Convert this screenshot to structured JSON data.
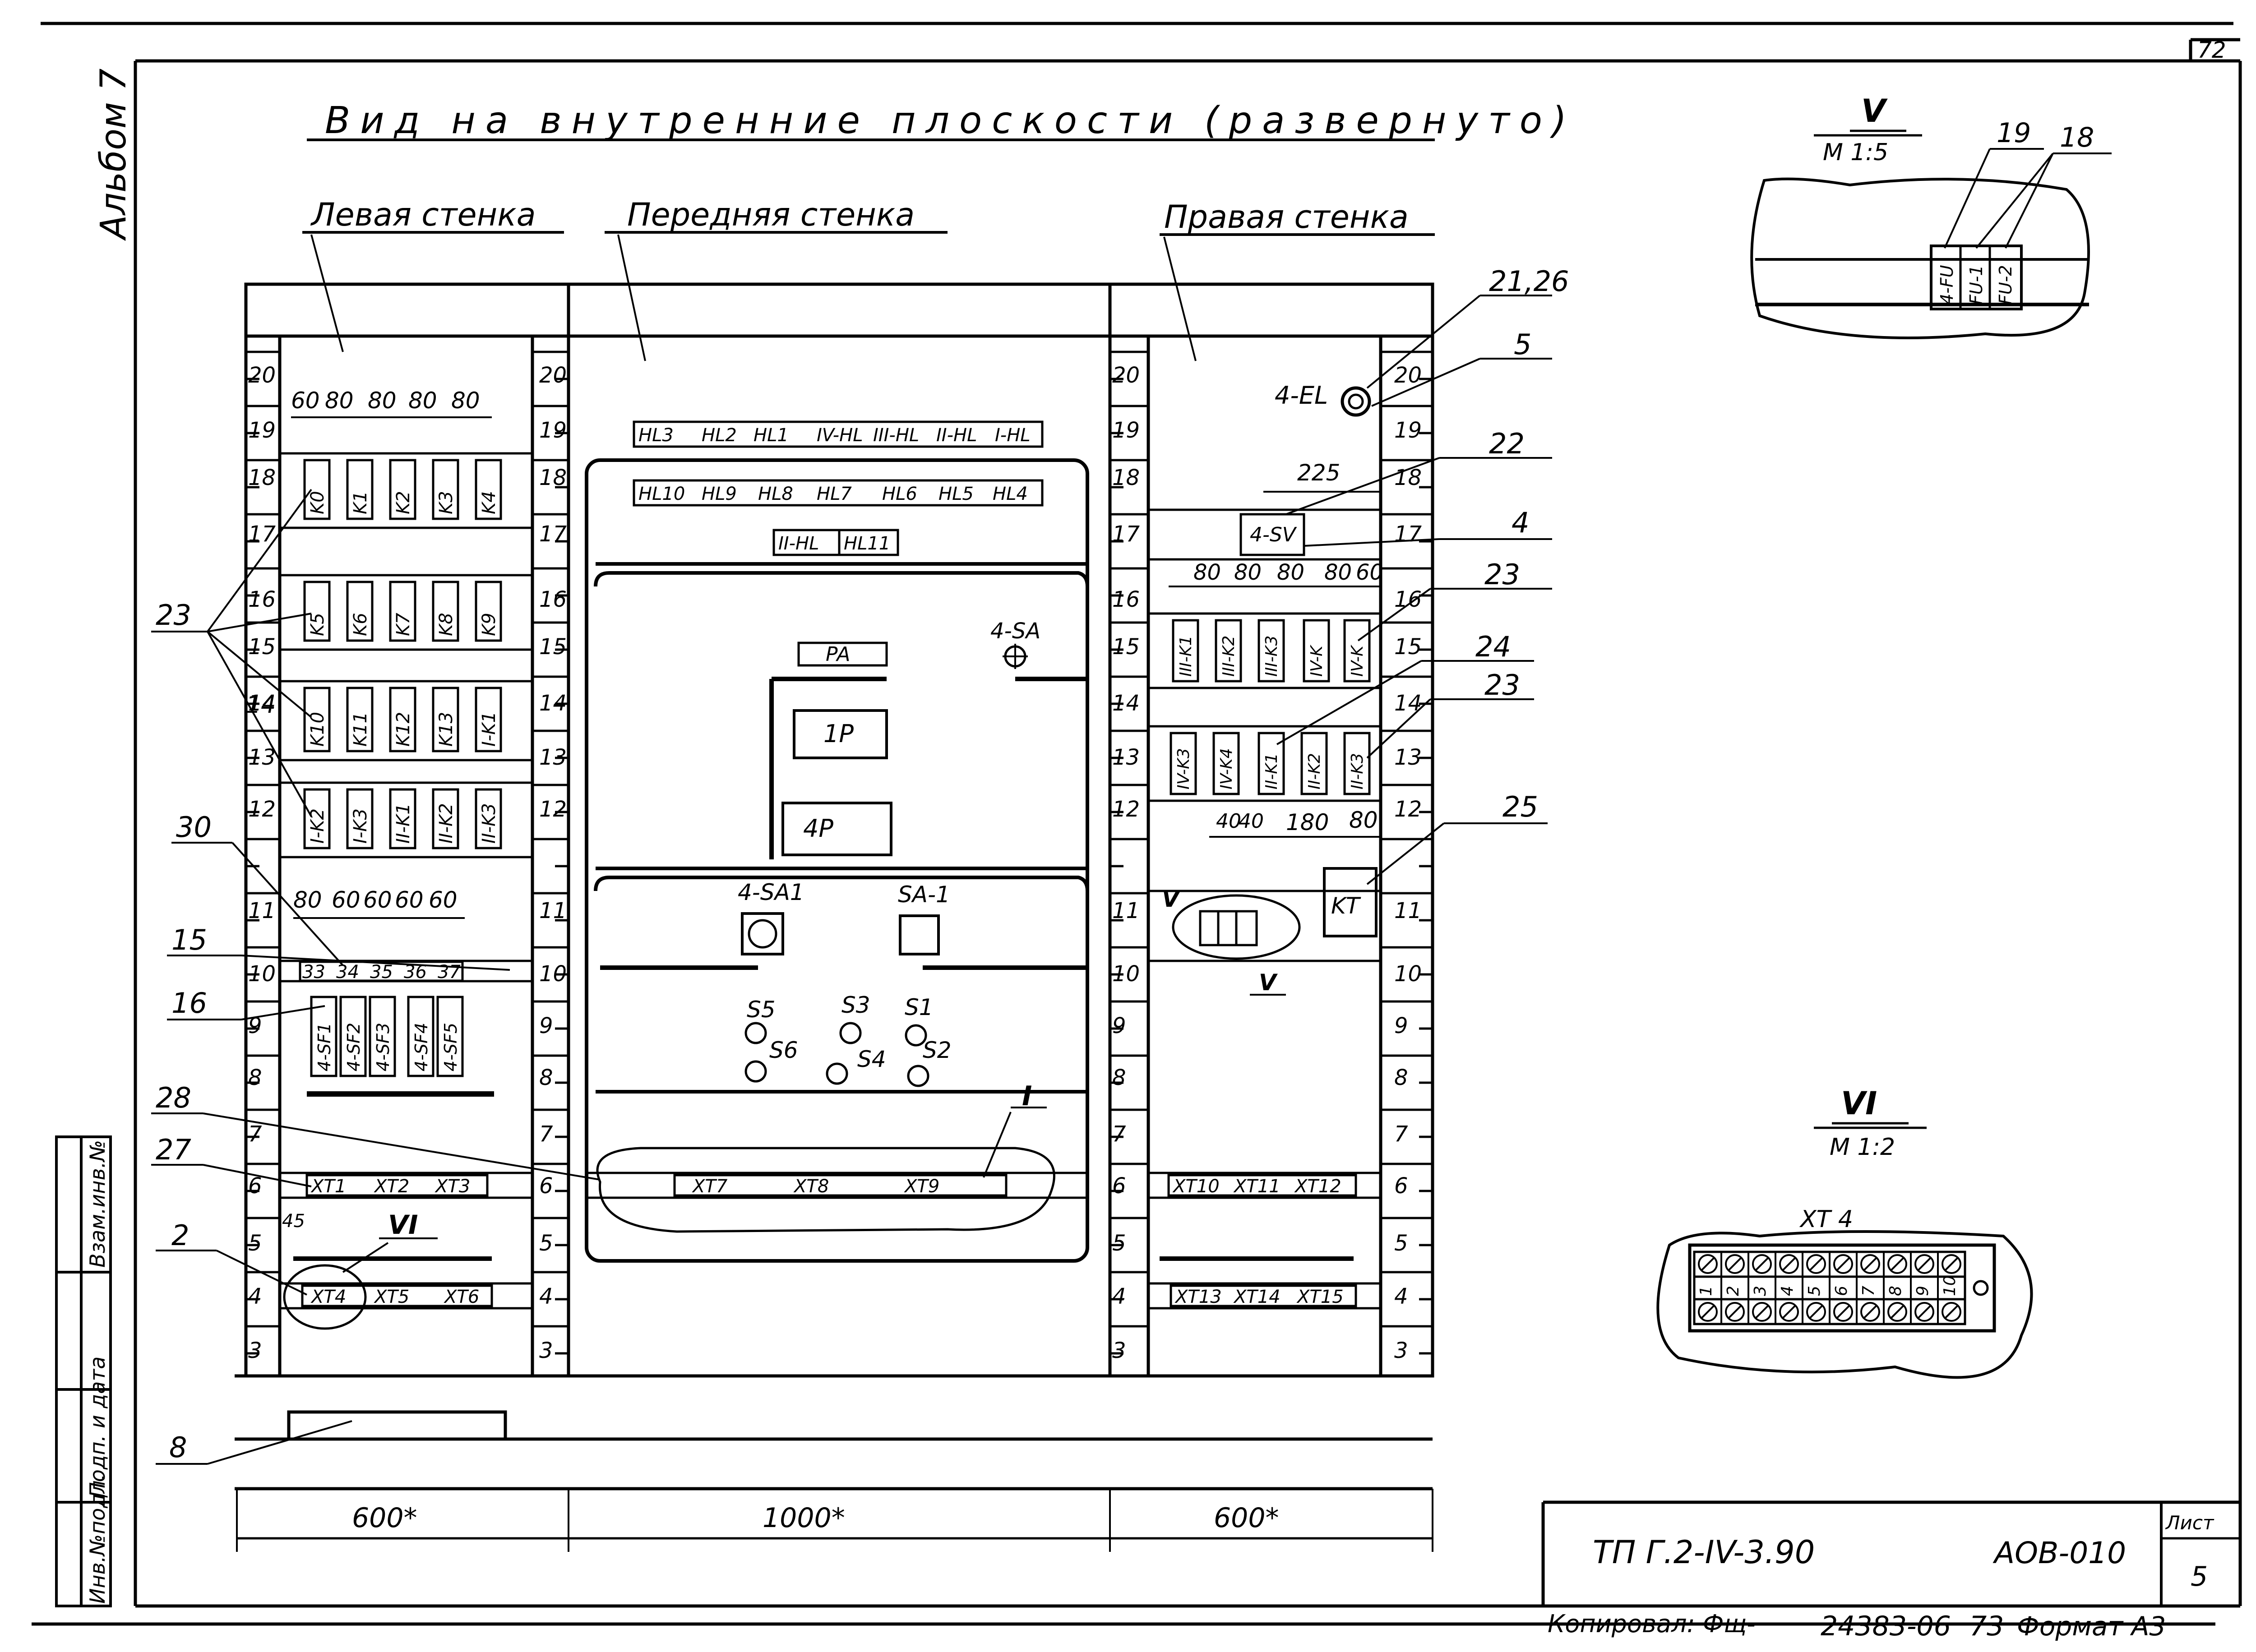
{
  "sheet": {
    "number": "72",
    "album": "Альбом 7",
    "main_title": "Вид на внутренние плоскости (развернуто)"
  },
  "walls": {
    "left": "Левая стенка",
    "front": "Передняя стенка",
    "right": "Правая стенка"
  },
  "dimensions": {
    "left_width": "600*",
    "front_width": "1000*",
    "right_width": "600*",
    "left_row1": [
      "60",
      "80",
      "80",
      "80",
      "80"
    ],
    "left_row2": [
      "80",
      "60",
      "60",
      "60",
      "60"
    ],
    "left_small": "45",
    "right_225": "225",
    "right_row1": [
      "80",
      "80",
      "80",
      "80",
      "60"
    ],
    "right_row2": [
      "40",
      "40",
      "180",
      "80"
    ]
  },
  "scale": [
    "3",
    "4",
    "5",
    "6",
    "7",
    "8",
    "9",
    "10",
    "11",
    "12",
    "13",
    "14",
    "15",
    "16",
    "17",
    "18",
    "19",
    "20"
  ],
  "left_wall": {
    "relays": [
      [
        "K0",
        "K1",
        "K2",
        "K3",
        "K4"
      ],
      [
        "K5",
        "K6",
        "K7",
        "K8",
        "K9"
      ],
      [
        "K10",
        "K11",
        "K12",
        "K13",
        "I-K1"
      ],
      [
        "I-K2",
        "I-K3",
        "II-K1",
        "II-K2",
        "II-K3"
      ]
    ],
    "terminals_row": [
      "33",
      "34",
      "35",
      "36",
      "37"
    ],
    "breakers": [
      "4-SF1",
      "4-SF2",
      "4-SF3",
      "4-SF4",
      "4-SF5"
    ],
    "xt_top": [
      "XT1",
      "XT2",
      "XT3"
    ],
    "xt_bottom": [
      "XT4",
      "XT5",
      "XT6"
    ]
  },
  "front_wall": {
    "lamps_row1": [
      "HL3",
      "HL2",
      "HL1",
      "IV-HL",
      "III-HL",
      "II-HL",
      "I-HL"
    ],
    "lamps_row2": [
      "HL10",
      "HL9",
      "HL8",
      "HL7",
      "HL6",
      "HL5",
      "HL4"
    ],
    "lamps_row3": [
      "II-HL",
      "HL11"
    ],
    "pa": "PA",
    "p1": "1P",
    "p4": "4P",
    "sa": "4-SA",
    "sa1": "4-SA1",
    "sa_1": "SA-1",
    "switches": [
      "S5",
      "S6",
      "S3",
      "S4",
      "S1",
      "S2"
    ],
    "xt": [
      "XT7",
      "XT8",
      "XT9"
    ],
    "view_mark": "I"
  },
  "right_wall": {
    "el": "4-EL",
    "sv": "4-SV",
    "relays_row1": [
      "III-K1",
      "III-K2",
      "III-K3",
      "IV-K",
      "IV-K"
    ],
    "relays_row2": [
      "IV-K3",
      "IV-K4",
      "II-K1",
      "II-K2",
      "II-K3"
    ],
    "kt": "KT",
    "view_mark": "V",
    "xt_top": [
      "XT10",
      "XT11",
      "XT12"
    ],
    "xt_bottom": [
      "XT13",
      "XT14",
      "XT15"
    ]
  },
  "callouts": [
    "21,26",
    "5",
    "22",
    "4",
    "23",
    "24",
    "23",
    "25",
    "23",
    "14",
    "30",
    "15",
    "16",
    "28",
    "27",
    "2",
    "8"
  ],
  "detail_v": {
    "mark": "V",
    "scale": "M 1:5",
    "fuses": [
      "4-FU",
      "FU-1",
      "FU-2"
    ],
    "callouts": [
      "19",
      "18"
    ]
  },
  "detail_vi": {
    "mark": "VI",
    "scale": "M 1:2",
    "label": "XT 4",
    "terminals": [
      "1",
      "2",
      "3",
      "4",
      "5",
      "6",
      "7",
      "8",
      "9",
      "10"
    ],
    "view_mark": "VI"
  },
  "stamp": {
    "doc": "ТП  Г.2-IV-3.90",
    "code": "АОВ-010",
    "sheet_label": "Лист",
    "sheet_no": "5",
    "side": [
      "Инв.№подл.",
      "Подп. и дата",
      "Взам.инв.№"
    ]
  },
  "footer": {
    "copied": "Копировал: Фщ-",
    "number": "24383-06",
    "tz": "73",
    "format": "Формат А3"
  }
}
